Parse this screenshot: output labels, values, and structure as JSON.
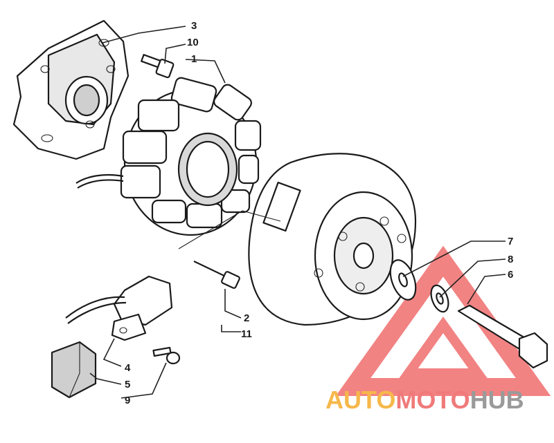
{
  "callouts": [
    {
      "id": "c3",
      "text": "3"
    },
    {
      "id": "c10",
      "text": "10"
    },
    {
      "id": "c1",
      "text": "1"
    },
    {
      "id": "c7",
      "text": "7"
    },
    {
      "id": "c8",
      "text": "8"
    },
    {
      "id": "c6",
      "text": "6"
    },
    {
      "id": "c2",
      "text": "2"
    },
    {
      "id": "c11",
      "text": "11"
    },
    {
      "id": "c4",
      "text": "4"
    },
    {
      "id": "c5",
      "text": "5"
    },
    {
      "id": "c9",
      "text": "9"
    }
  ],
  "watermark": {
    "part1": "AUTO",
    "part2": "MOTO",
    "part3": "HUB",
    "color1": "#f6b84a",
    "color2": "#f07a7a",
    "color3": "#9a9a9a",
    "triangle_color": "#ee5a5a"
  }
}
